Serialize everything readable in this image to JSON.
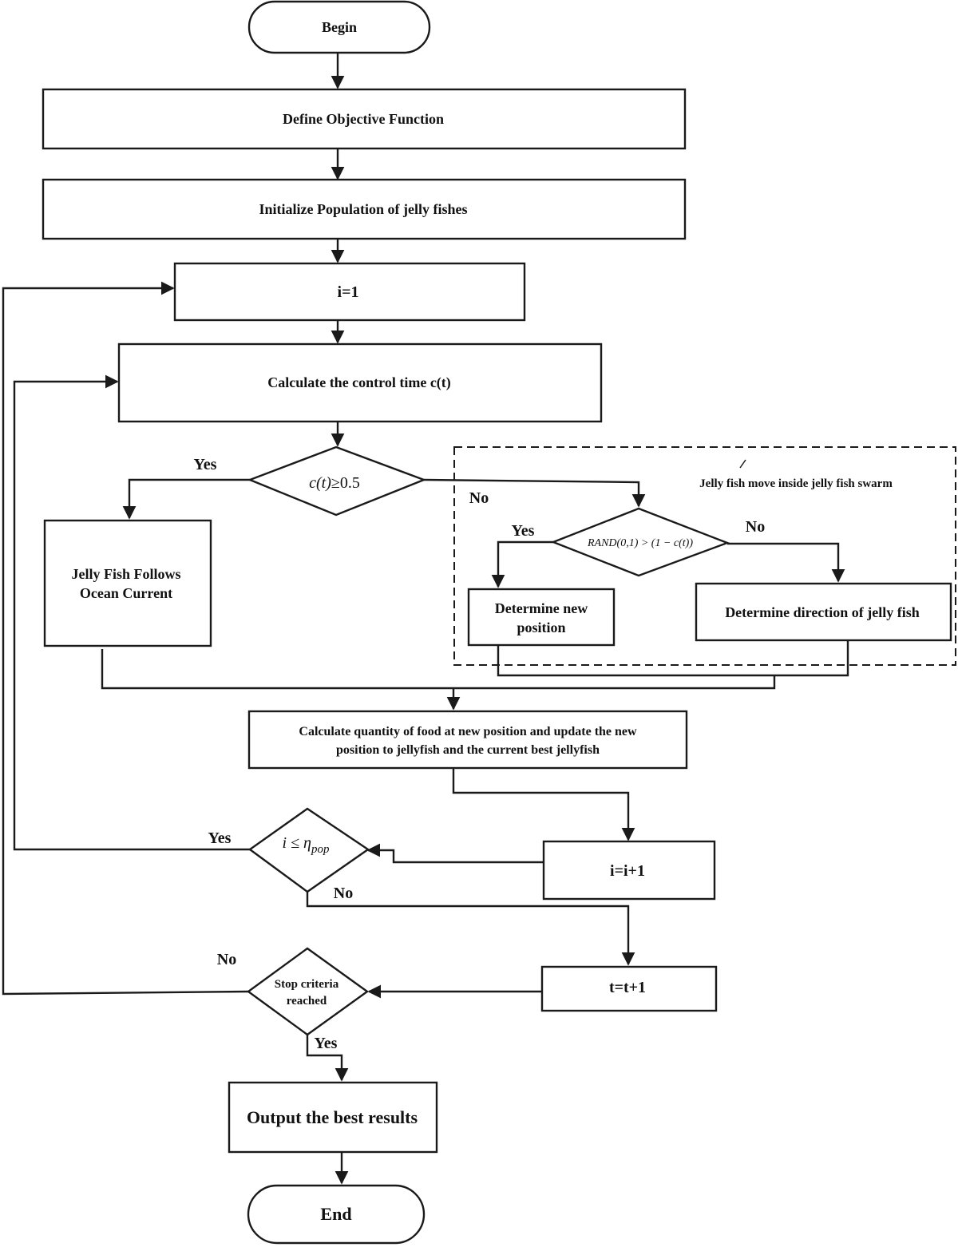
{
  "nodes": {
    "begin": "Begin",
    "define_objective": "Define Objective Function",
    "init_population": "Initialize Population of jelly fishes",
    "i_init": "i=1",
    "control_time": "Calculate the control time c(t)",
    "decision_ct_lhs": "c(t)",
    "decision_ct_rhs": "≥0.5",
    "follows_current_line1": "Jelly Fish Follows",
    "follows_current_line2": "Ocean Current",
    "swarm_label": "Jelly fish move inside jelly fish swarm",
    "decision_rand": "RAND(0,1) > (1 − c(t))",
    "new_position_line1": "Determine new",
    "new_position_line2": "position",
    "direction": "Determine direction of jelly fish",
    "food_line1": "Calculate quantity of food at new  position and update the new",
    "food_line2": "position to jellyfish and the current best jellyfish",
    "i_increment": "i=i+1",
    "decision_i_lhs": "i ≤ η",
    "decision_i_sub": "pop",
    "t_increment": "t=t+1",
    "stop_line1": "Stop criteria",
    "stop_line2": "reached",
    "output": "Output the best results",
    "end": "End"
  },
  "edge_labels": {
    "ct_yes": "Yes",
    "ct_no": "No",
    "rand_yes": "Yes",
    "rand_no": "No",
    "i_yes": "Yes",
    "i_no": "No",
    "stop_no": "No",
    "stop_yes": "Yes"
  }
}
